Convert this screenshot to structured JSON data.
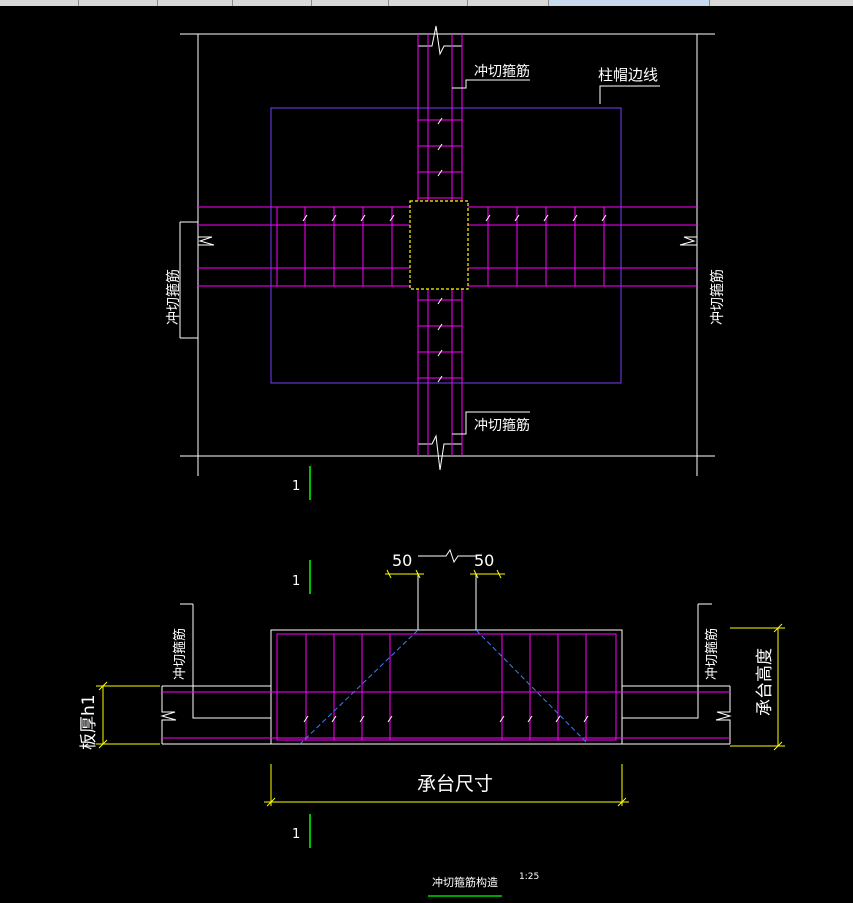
{
  "toolbar": {
    "tab_count": 8
  },
  "plan": {
    "label_top": "冲切箍筋",
    "label_bottom": "冲切箍筋",
    "label_left": "冲切箍筋",
    "label_right": "冲切箍筋",
    "label_cap_edge": "柱帽边线",
    "section_mark": "1"
  },
  "section": {
    "section_mark_top": "1",
    "section_mark_bottom": "1",
    "dim_left": "50",
    "dim_right": "50",
    "label_left": "冲切箍筋",
    "label_right": "冲切箍筋",
    "label_slab": "板厚h1",
    "label_cap_height": "承台高度",
    "label_cap_size": "承台尺寸"
  },
  "title": {
    "name": "冲切箍筋构造",
    "scale": "1:25"
  },
  "colors": {
    "background": "#000000",
    "outline": "#ffffff",
    "rebar": "#ff00ff",
    "cap_edge": "#7a3cff",
    "column": "#ffff00",
    "dimension": "#ffff00",
    "section_mark": "#00ff00",
    "punch_cone": "#3c7cff"
  }
}
